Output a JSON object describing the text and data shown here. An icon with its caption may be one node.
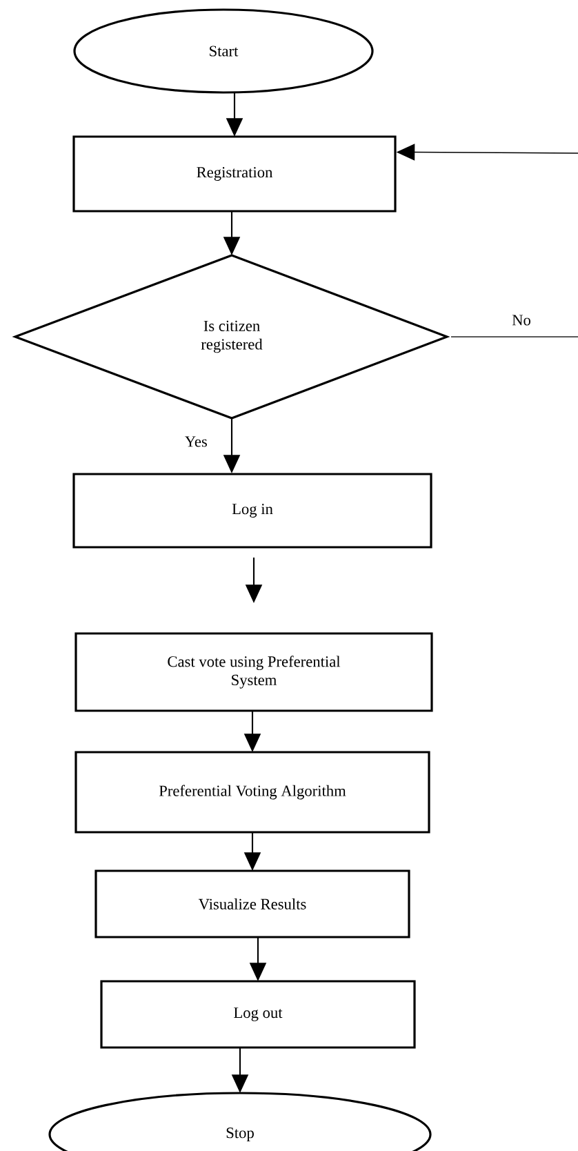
{
  "diagram": {
    "nodes": [
      {
        "text": [
          "Start"
        ]
      },
      {
        "text": [
          "Registration"
        ]
      },
      {
        "text": [
          "Is citizen registered"
        ]
      },
      {
        "text": [
          "Log in"
        ]
      },
      {
        "text": [
          "Cast vote using Preferential System"
        ]
      },
      {
        "text": [
          "Preferential Voting Algorithm"
        ]
      },
      {
        "text": [
          "Visualize Results"
        ]
      },
      {
        "text": [
          "Log out"
        ]
      },
      {
        "text": [
          "Stop"
        ]
      }
    ],
    "edges": [
      {
        "from": 0,
        "to": 1,
        "arrow": "to"
      },
      {
        "from": 1,
        "to": 2,
        "arrow": "to"
      },
      {
        "from": 2,
        "to": 3,
        "arrow": "to",
        "label": "Yes"
      },
      {
        "from": 3,
        "to": 4,
        "arrow": "to"
      },
      {
        "from": 4,
        "to": 5,
        "arrow": "to"
      },
      {
        "from": 5,
        "to": 6,
        "arrow": "to"
      },
      {
        "from": 6,
        "to": 7,
        "arrow": "to"
      },
      {
        "from": 7,
        "to": 8,
        "arrow": "to"
      },
      {
        "from": 2,
        "to": null,
        "arrow": "none",
        "label": "No"
      },
      {
        "from": null,
        "to": 1,
        "arrow": "to"
      }
    ]
  }
}
